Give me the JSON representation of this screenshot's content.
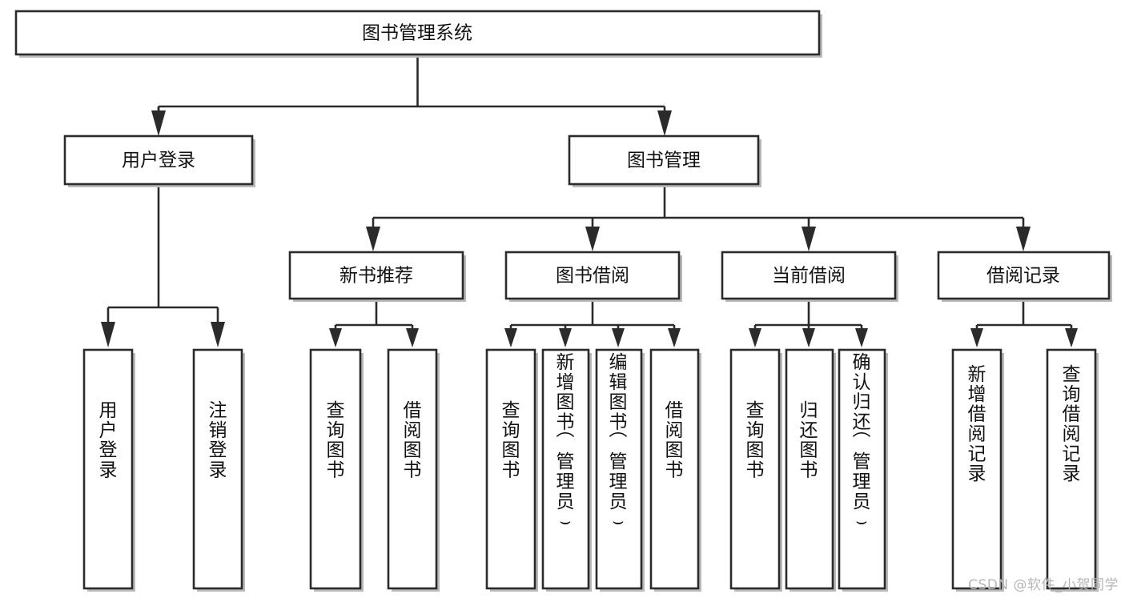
{
  "diagram": {
    "type": "tree-hierarchy-chart",
    "title": "图书管理系统",
    "watermark": "CSDN @软件_小贺同学",
    "colors": {
      "box_stroke": "#2b2b2b",
      "box_fill": "#ffffff",
      "shadow": "#b9b9b9",
      "text": "#111111",
      "watermark": "#b6b6b6",
      "background": "#ffffff"
    },
    "levels": {
      "root": {
        "label": "图书管理系统"
      },
      "level2": [
        {
          "label": "用户登录"
        },
        {
          "label": "图书管理"
        }
      ],
      "level3": [
        {
          "label": "新书推荐"
        },
        {
          "label": "图书借阅"
        },
        {
          "label": "当前借阅"
        },
        {
          "label": "借阅记录"
        }
      ],
      "leaves": {
        "user_login": [
          {
            "label": "用户登录"
          },
          {
            "label": "注销登录"
          }
        ],
        "new_book_recommend": [
          {
            "label": "查询图书"
          },
          {
            "label": "借阅图书"
          }
        ],
        "book_borrow": [
          {
            "label": "查询图书"
          },
          {
            "label": "新增图书（管理员）"
          },
          {
            "label": "编辑图书（管理员）"
          },
          {
            "label": "借阅图书"
          }
        ],
        "current_borrow": [
          {
            "label": "查询图书"
          },
          {
            "label": "归还图书"
          },
          {
            "label": "确认归还（管理员）"
          }
        ],
        "borrow_record": [
          {
            "label": "新增借阅记录"
          },
          {
            "label": "查询借阅记录"
          }
        ]
      }
    }
  }
}
